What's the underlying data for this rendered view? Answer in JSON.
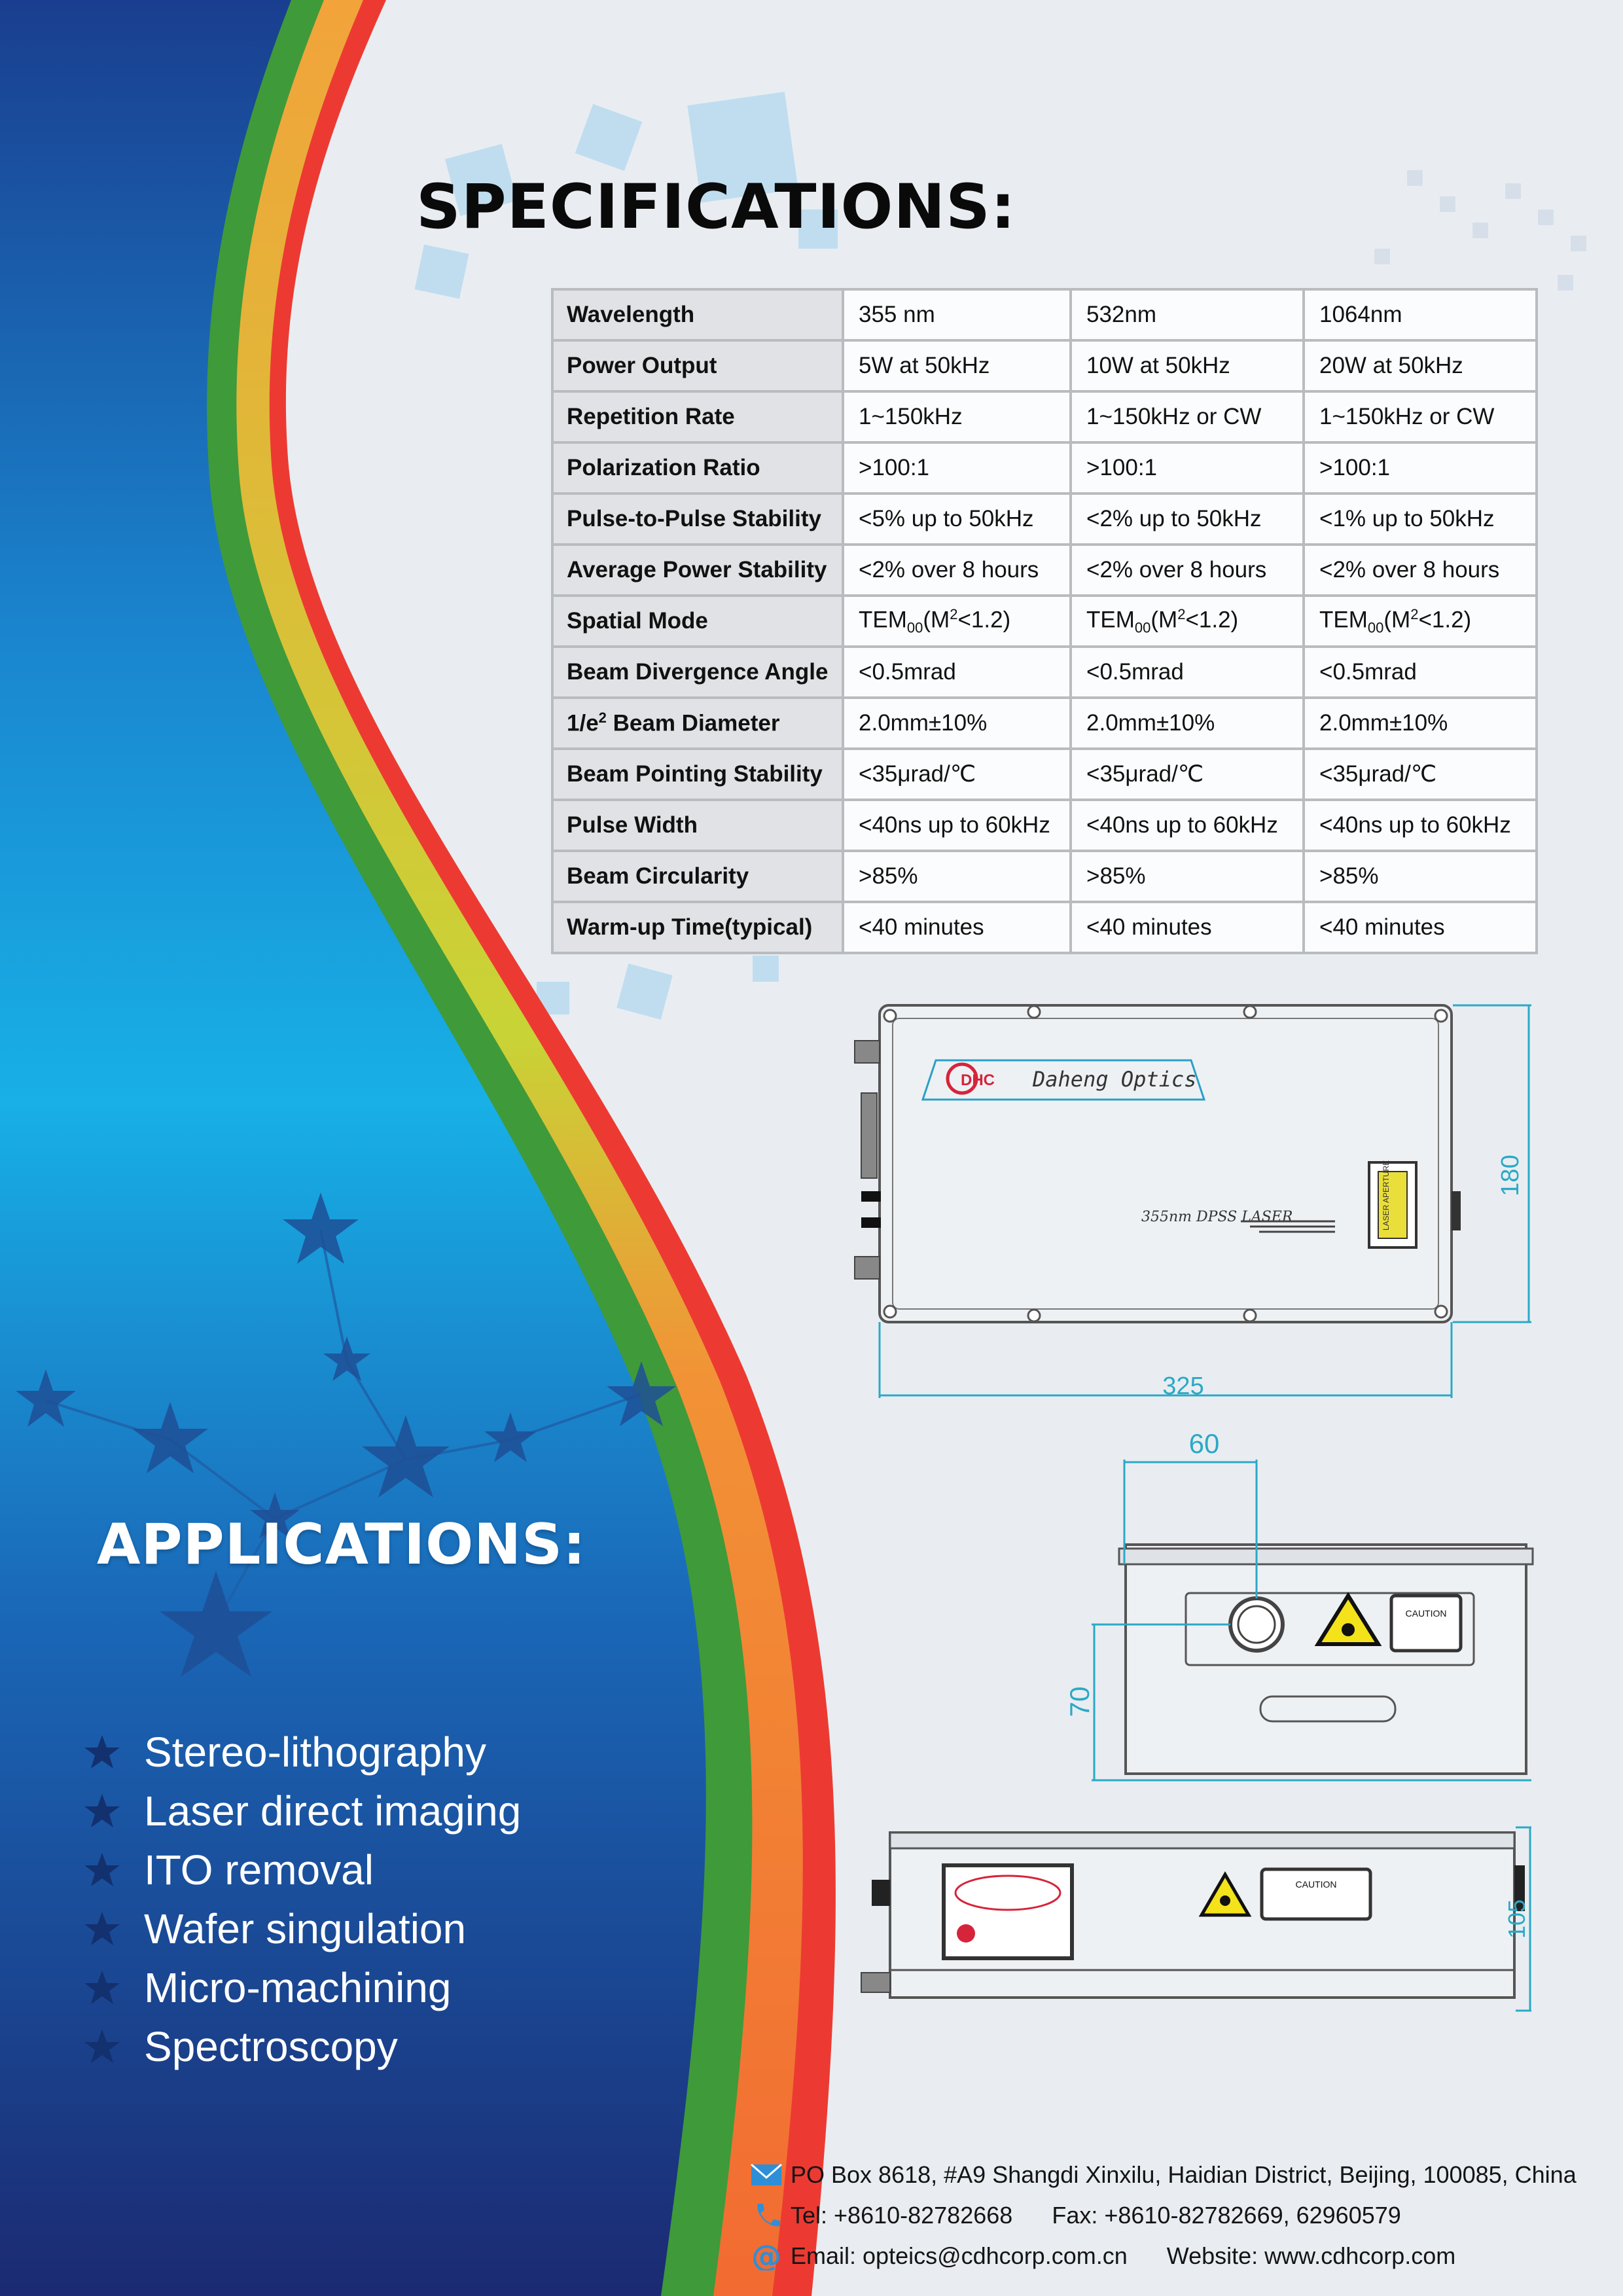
{
  "headings": {
    "specifications": "SPECIFICATIONS:",
    "applications": "APPLICATIONS:"
  },
  "spec_table": {
    "rows": [
      {
        "label": "Wavelength",
        "values": [
          "355 nm",
          "532nm",
          "1064nm"
        ]
      },
      {
        "label": "Power Output",
        "values": [
          "5W at 50kHz",
          "10W at 50kHz",
          "20W at 50kHz"
        ]
      },
      {
        "label": "Repetition Rate",
        "values": [
          "1~150kHz",
          "1~150kHz or CW",
          "1~150kHz or CW"
        ]
      },
      {
        "label": "Polarization Ratio",
        "values": [
          ">100:1",
          ">100:1",
          ">100:1"
        ]
      },
      {
        "label": "Pulse-to-Pulse Stability",
        "values": [
          "<5% up to 50kHz",
          "<2% up to 50kHz",
          "<1% up to 50kHz"
        ]
      },
      {
        "label": "Average Power Stability",
        "values": [
          "<2% over 8 hours",
          "<2% over 8 hours",
          "<2% over 8 hours"
        ]
      },
      {
        "label": "Spatial Mode",
        "mode": {
          "tem": "TEM",
          "sub": "00",
          "m": "(M",
          "sup": "2",
          "tail": "<1.2)"
        }
      },
      {
        "label": "Beam Divergence Angle",
        "values": [
          "<0.5mrad",
          "<0.5mrad",
          "<0.5mrad"
        ]
      },
      {
        "label_parts": {
          "pre": "1/e",
          "sup": "2",
          "post": " Beam Diameter"
        },
        "values": [
          "2.0mm±10%",
          "2.0mm±10%",
          "2.0mm±10%"
        ]
      },
      {
        "label": "Beam Pointing Stability",
        "values": [
          "<35μrad/℃",
          "<35μrad/℃",
          "<35μrad/℃"
        ]
      },
      {
        "label": "Pulse Width",
        "values": [
          "<40ns up to 60kHz",
          "<40ns up to 60kHz",
          "<40ns up to 60kHz"
        ]
      },
      {
        "label": "Beam Circularity",
        "values": [
          ">85%",
          ">85%",
          ">85%"
        ]
      },
      {
        "label": "Warm-up Time(typical)",
        "values": [
          "<40 minutes",
          "<40 minutes",
          "<40 minutes"
        ]
      }
    ]
  },
  "applications": [
    "Stereo-lithography",
    "Laser direct imaging",
    "ITO removal",
    "Wafer singulation",
    "Micro-machining",
    "Spectroscopy"
  ],
  "drawings": {
    "brand": "Daheng Optics",
    "logo_text": "DHC",
    "model": "355nm DPSS LASER",
    "aperture_label": "LASER APERTURE",
    "caution": "CAUTION",
    "dims": {
      "top_height": "180",
      "top_width": "325",
      "front_width": "60",
      "front_height": "70",
      "side_height": "105"
    }
  },
  "footer": {
    "address": "PO Box 8618, #A9 Shangdi Xinxilu, Haidian District, Beijing, 100085, China",
    "tel": "Tel: +8610-82782668",
    "fax": "Fax: +8610-82782669, 62960579",
    "email": "Email: opteics@cdhcorp.com.cn",
    "website": "Website: www.cdhcorp.com"
  },
  "colors": {
    "blue_dark": "#16307a",
    "blue_light": "#17a8e0",
    "green": "#3f9a3a",
    "orange": "#f18a2e",
    "red": "#ec3a32",
    "dimension": "#2aa9c6"
  }
}
